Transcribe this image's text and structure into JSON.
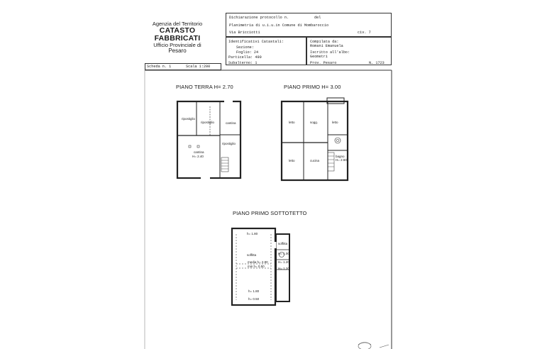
{
  "agency": {
    "line1": "Agenzia del Territorio",
    "line2": "CATASTO FABBRICATI",
    "line3": "Ufficio Provinciale di",
    "line4": "Pesaro"
  },
  "declaration": {
    "protocol_label": "Dichiarazione protocollo n.",
    "del_label": "del",
    "plan_line": "Planimetria di u.i.u.in Comune di Mombaroccio",
    "address": "Via Bricciotti",
    "civ": "civ. 7"
  },
  "identifiers": {
    "title": "Identificativi Catastali:",
    "sezione": "Sezione:",
    "foglio": "Foglio: 24",
    "particella": "Particella: 490",
    "subalterno": "Subalterno: 1"
  },
  "compiler": {
    "title": "Compilata da:",
    "name": "Romani Emanuela",
    "albo": "Iscritto all'albo:",
    "profession": "Geometri",
    "prov": "Prov. Pesaro",
    "number": "N. 1723"
  },
  "sheet": {
    "scheda": "Scheda n. 1",
    "scala": "Scala 1:200"
  },
  "floors": {
    "ground_title": "PIANO TERRA H= 2.70",
    "first_title": "PIANO PRIMO H= 3.00",
    "attic_title": "PIANO PRIMO SOTTOTETTO"
  },
  "rooms": {
    "ground": {
      "ripostiglio1": "ripostiglio",
      "ripostiglio2": "ripostiglio",
      "cantina1": "cantina",
      "ripostiglio3": "ripostiglio",
      "cantina2": "cantina",
      "cantina2_h": "H= 2.40"
    },
    "first": {
      "letto1": "letto",
      "sogg": "sogg.",
      "letto2": "letto",
      "letto3": "letto",
      "cucina": "cucina",
      "bagno": "bagno",
      "bagno_h": "H= 2.50"
    },
    "attic": {
      "soffitta1": "soffitta",
      "soffitta2": "soffitta",
      "h_top": "h= 1.80",
      "h_min": "H= 1.00",
      "h_med1": "media h= 2.80",
      "h_med2": "min h= 0.50",
      "h_small1": "H= 1.20",
      "h_small2": "H= 1.20",
      "h_bottom": "h= 1.80",
      "h_base": "h= 0.50"
    }
  }
}
